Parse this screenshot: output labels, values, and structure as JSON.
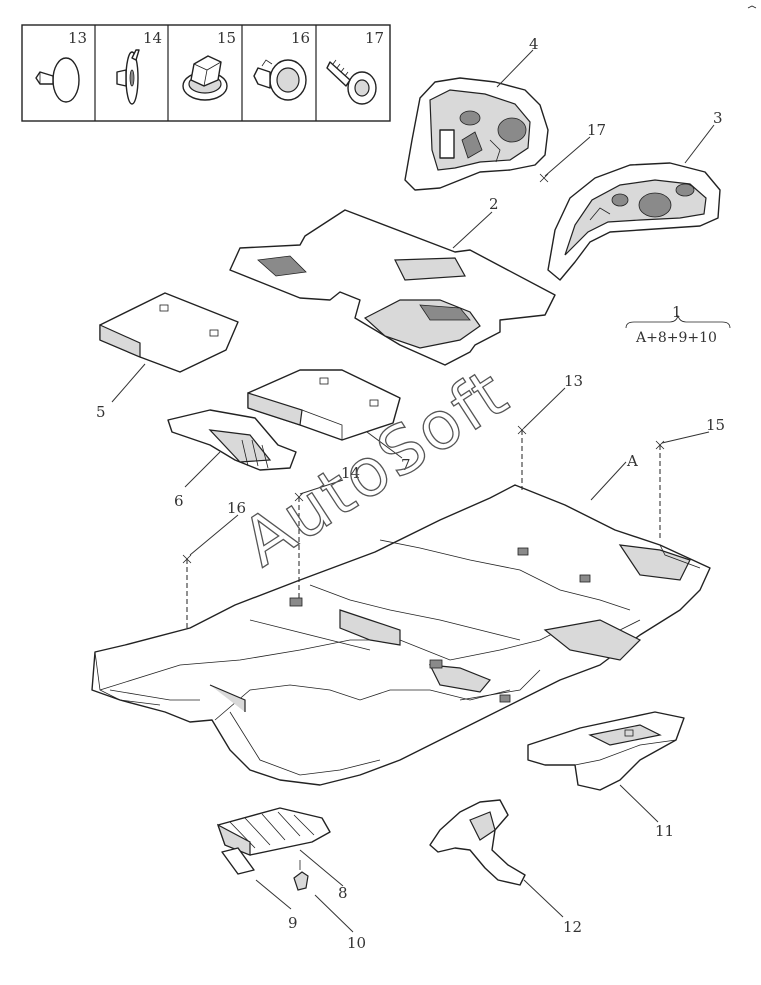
{
  "fastener_panel": {
    "cells": [
      "13",
      "14",
      "15",
      "16",
      "17"
    ]
  },
  "callouts": {
    "c1": "1",
    "c2": "2",
    "c3": "3",
    "c4": "4",
    "c5": "5",
    "c6": "6",
    "c7": "7",
    "c8": "8",
    "c9": "9",
    "c10": "10",
    "c11": "11",
    "c12": "12",
    "c13": "13",
    "c14": "14",
    "c15": "15",
    "c16": "16",
    "c17": "17",
    "cA": "A"
  },
  "assembly_formula": "A+8+9+10",
  "watermark": "AutoSoft"
}
